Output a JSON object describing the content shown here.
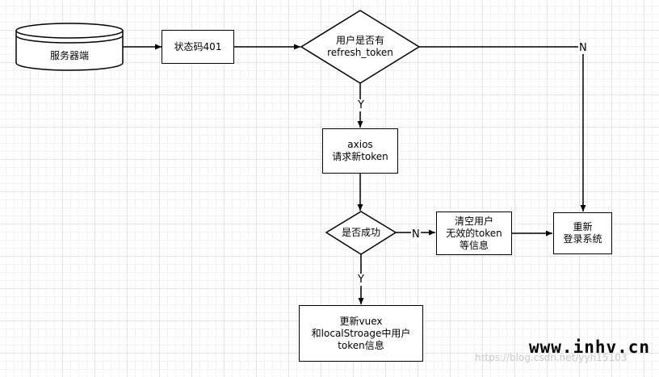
{
  "nodes": {
    "server": "服务器端",
    "status_401": "状态码401",
    "has_refresh": "用户是否有\nrefresh_token",
    "axios_request": "axios\n请求新token",
    "success_check": "是否成功",
    "clear_token": "清空用户\n无效的token\n等信息",
    "relogin": "重新\n登录系统",
    "update_vuex": "更新vuex\n和localStroage中用户\ntoken信息"
  },
  "edge_labels": {
    "refresh_no": "N",
    "refresh_yes": "Y",
    "success_no": "N",
    "success_yes": "Y"
  },
  "watermark": "https://blog.csdn.net/yyh15103",
  "logo": "www.inhv.cn"
}
